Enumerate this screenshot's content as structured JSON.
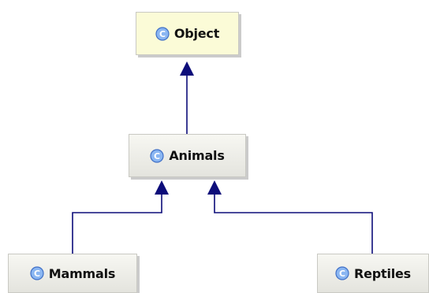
{
  "diagram": {
    "classes": {
      "object": {
        "name": "Object",
        "icon": "class-icon"
      },
      "animals": {
        "name": "Animals",
        "icon": "class-icon"
      },
      "mammals": {
        "name": "Mammals",
        "icon": "class-icon"
      },
      "reptiles": {
        "name": "Reptiles",
        "icon": "class-icon"
      }
    },
    "icon_letter": "C",
    "relations": [
      {
        "from": "Animals",
        "to": "Object",
        "type": "inheritance"
      },
      {
        "from": "Mammals",
        "to": "Animals",
        "type": "inheritance"
      },
      {
        "from": "Reptiles",
        "to": "Animals",
        "type": "inheritance"
      }
    ],
    "colors": {
      "edge": "#0d0d7a",
      "icon_fill": "#8ab6f2",
      "icon_stroke": "#3f6fc6",
      "root_fill": "#fbfbd7"
    }
  }
}
